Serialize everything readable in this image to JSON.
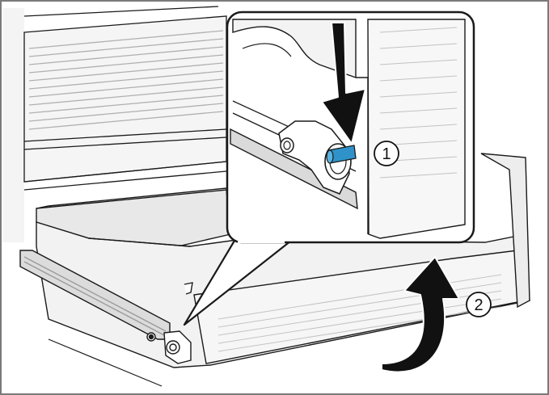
{
  "figure": {
    "steps": [
      {
        "label": "1",
        "action": "press-arrow"
      },
      {
        "label": "2",
        "action": "rotate-arrow"
      }
    ],
    "colors": {
      "frame": "#7a7a7a",
      "outline": "#1a1a1a",
      "panel_fill": "#f2f2f2",
      "shadow_fill": "#e3e3e3",
      "highlight_pin": "#2f93c9"
    }
  }
}
